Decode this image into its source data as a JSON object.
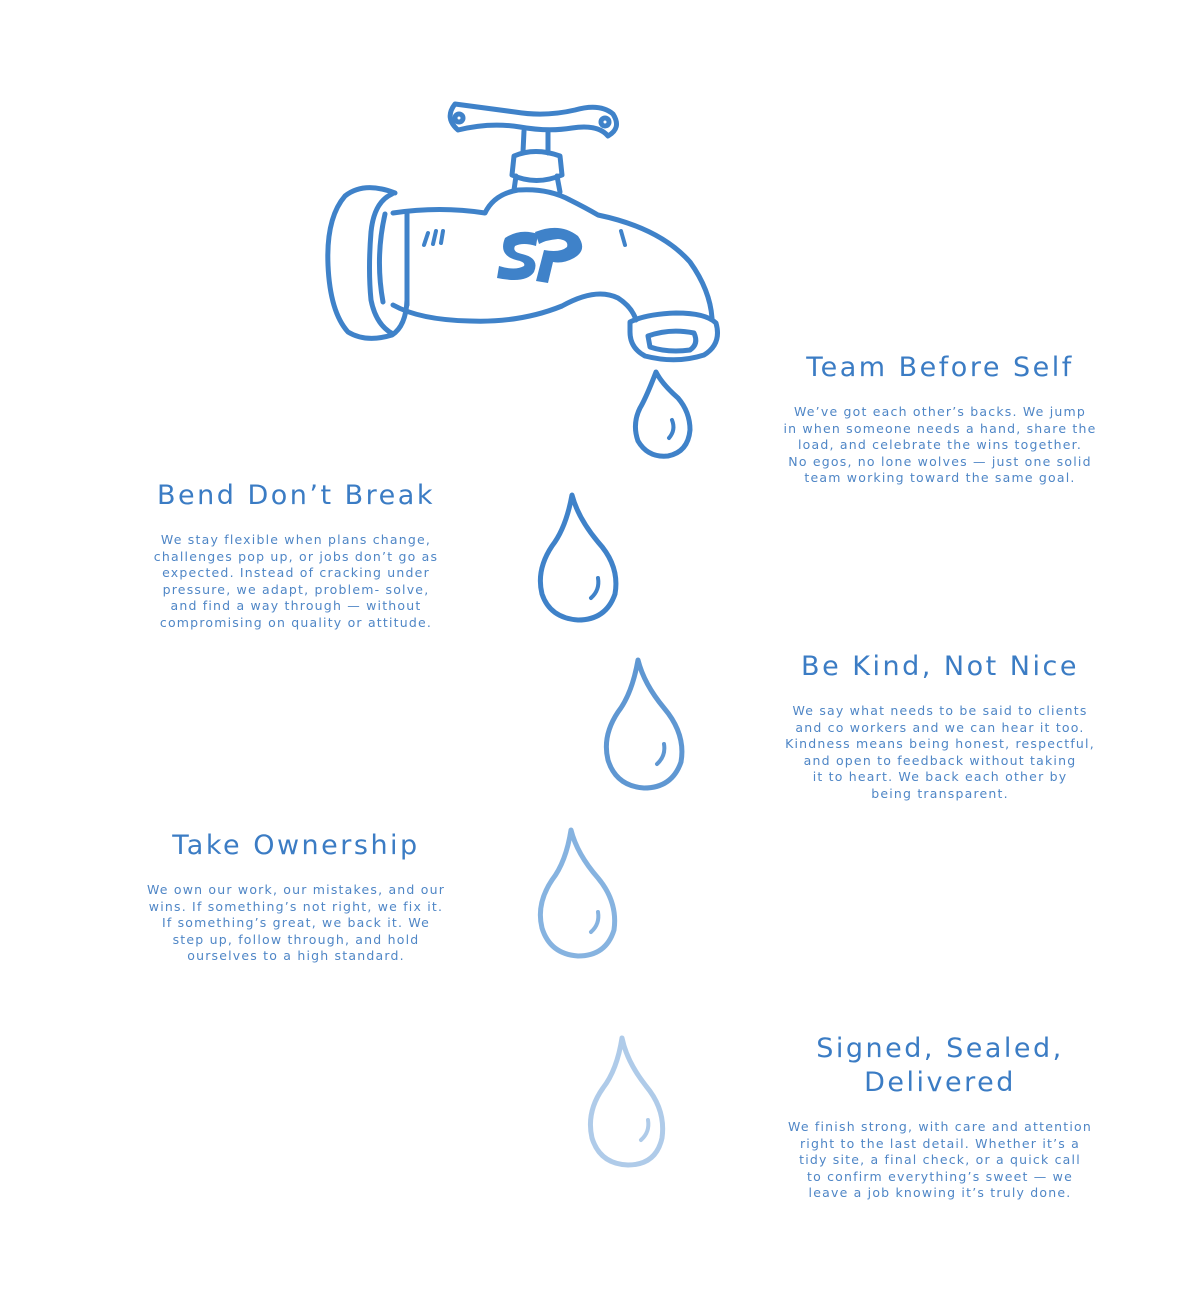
{
  "brand": {
    "logo_text": "SP",
    "accent_color": "#3b7cc4"
  },
  "values": [
    {
      "title": "Team Before Self",
      "body": "We’ve got each other’s backs. We jump\nin when someone needs a hand, share the\nload, and celebrate the wins together.\nNo egos, no lone wolves — just one solid\nteam working toward the same goal."
    },
    {
      "title": "Bend Don’t Break",
      "body": "We stay flexible when plans change,\nchallenges pop up, or jobs don’t go as\nexpected. Instead of cracking under\npressure, we adapt, problem- solve,\nand find a way through — without\ncompromising on quality or attitude."
    },
    {
      "title": "Be Kind, Not Nice",
      "body": "We say what needs to be said to clients\nand co workers and we can hear it too.\nKindness means being honest, respectful,\nand open to feedback without taking\nit to heart. We back each other by\nbeing transparent."
    },
    {
      "title": "Take Ownership",
      "body": "We own our work, our mistakes, and our\nwins. If something’s not right, we fix it.\nIf something’s great, we back it. We\nstep up, follow through, and hold\nourselves to a high standard."
    },
    {
      "title": "Signed, Sealed,\nDelivered",
      "body": "We finish strong, with care and attention\nright to the last detail. Whether it’s a\ntidy site, a final check, or a quick call\nto confirm everything’s sweet — we\nleave a job knowing it’s truly done."
    }
  ],
  "icons": {
    "tap": "tap-icon",
    "drop": "water-drop-icon"
  }
}
